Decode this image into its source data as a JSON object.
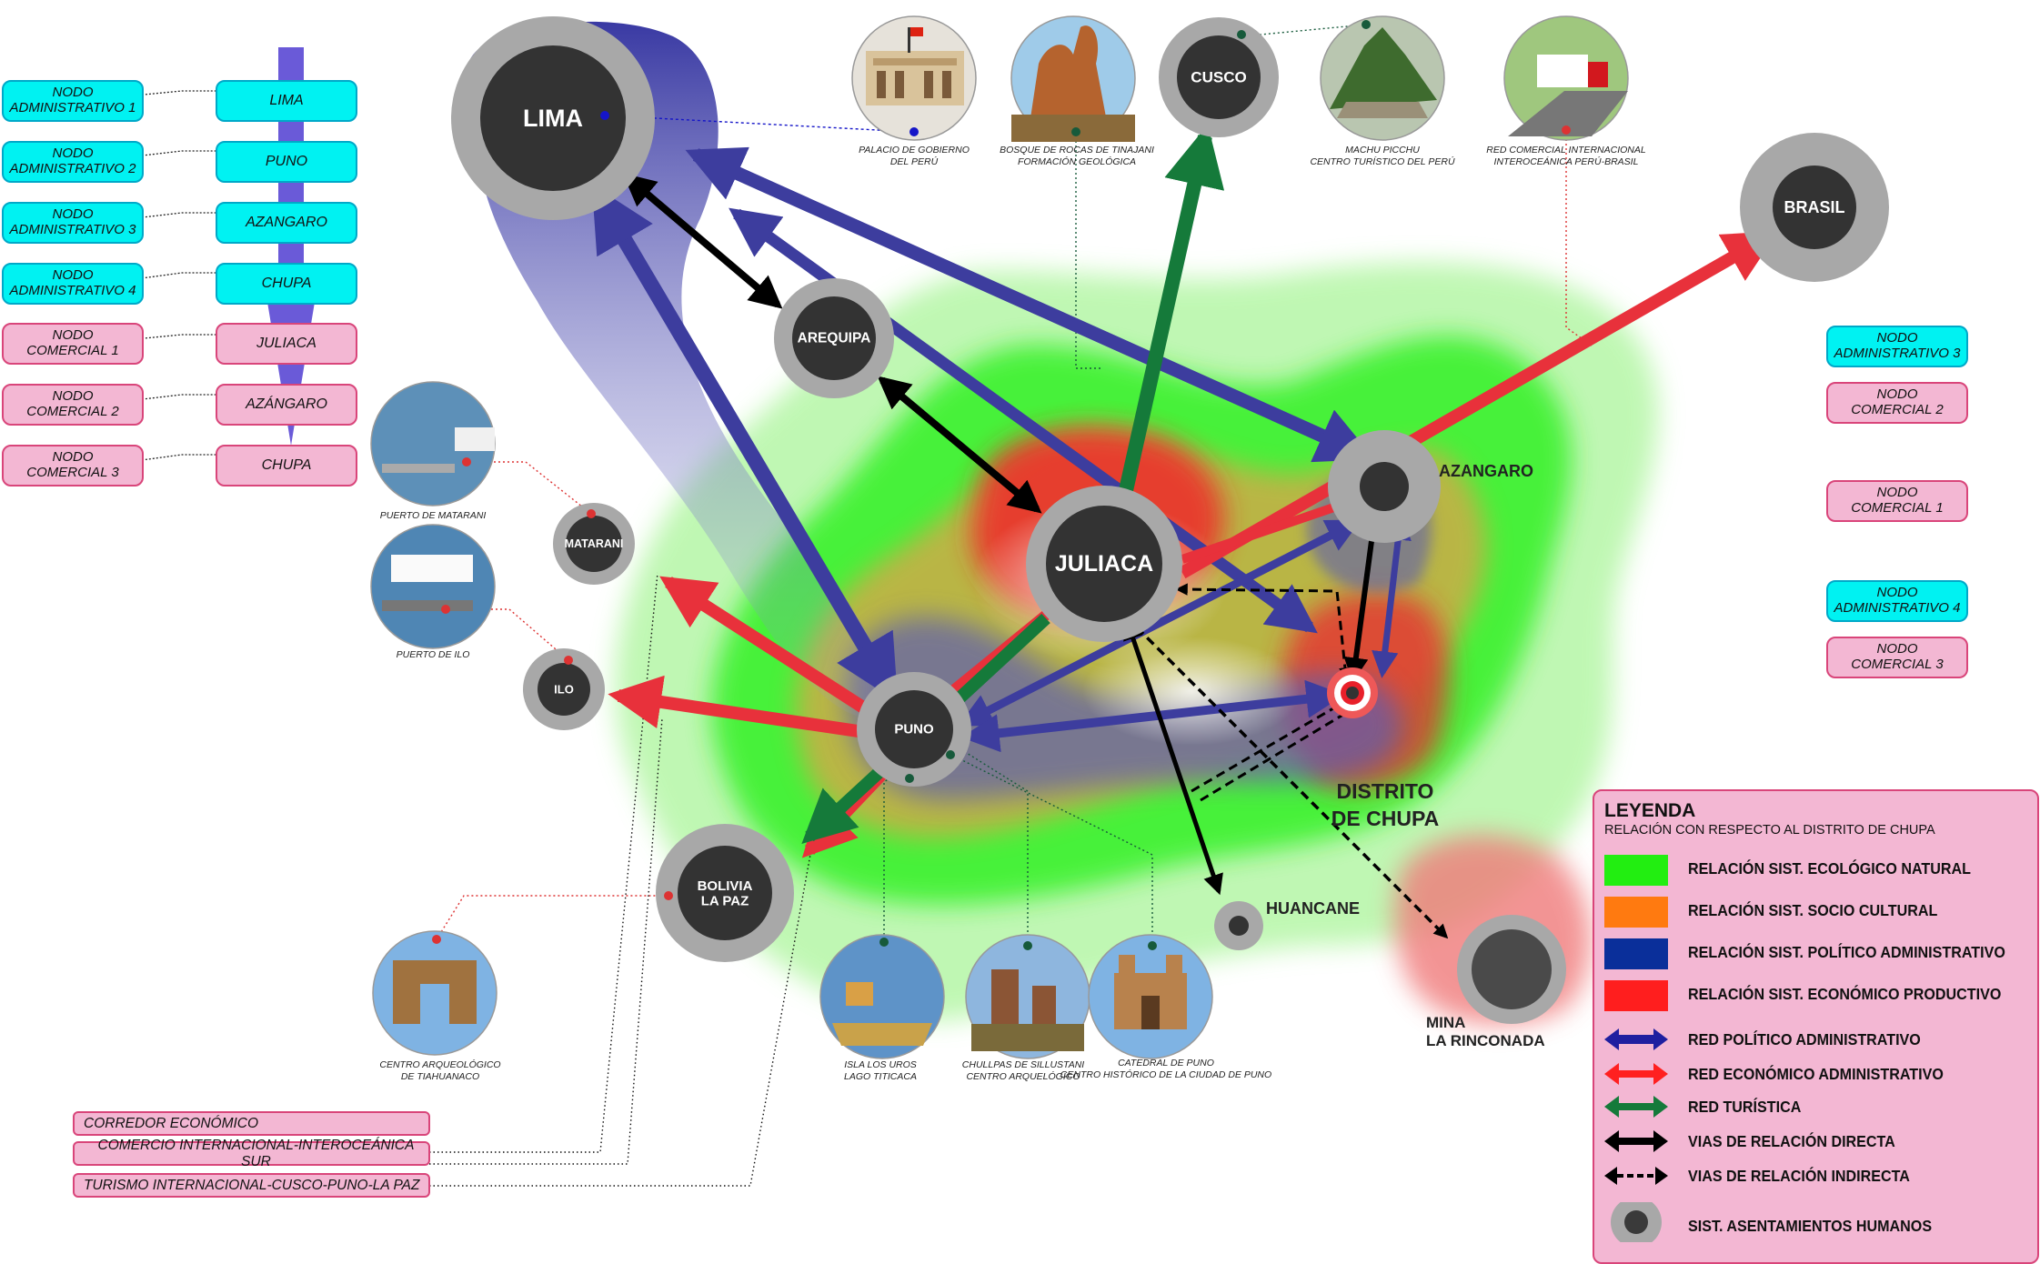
{
  "left_panel": {
    "admin_nodes": [
      {
        "label": "NODO\nADMINISTRATIVO 1",
        "place": "LIMA"
      },
      {
        "label": "NODO\nADMINISTRATIVO 2",
        "place": "PUNO"
      },
      {
        "label": "NODO\nADMINISTRATIVO 3",
        "place": "AZANGARO"
      },
      {
        "label": "NODO\nADMINISTRATIVO 4",
        "place": "CHUPA"
      }
    ],
    "commercial_nodes": [
      {
        "label": "NODO\nCOMERCIAL 1",
        "place": "JULIACA"
      },
      {
        "label": "NODO\nCOMERCIAL 2",
        "place": "AZÁNGARO"
      },
      {
        "label": "NODO\nCOMERCIAL 3",
        "place": "CHUPA"
      }
    ]
  },
  "right_panel": [
    {
      "label": "NODO\nADMINISTRATIVO 3",
      "kind": "admin"
    },
    {
      "label": "NODO\nCOMERCIAL 2",
      "kind": "commercial"
    },
    {
      "label": "NODO\nCOMERCIAL 1",
      "kind": "commercial"
    },
    {
      "label": "NODO\nADMINISTRATIVO 4",
      "kind": "admin"
    },
    {
      "label": "NODO\nCOMERCIAL 3",
      "kind": "commercial"
    }
  ],
  "settlements": {
    "lima": "LIMA",
    "cusco": "CUSCO",
    "arequipa": "AREQUIPA",
    "juliaca": "JULIACA",
    "puno": "PUNO",
    "matarani": "MATARANI",
    "ilo": "ILO",
    "bolivia": "BOLIVIA\nLA PAZ",
    "brasil": "BRASIL",
    "azangaro": "AZANGARO",
    "huancane": "HUANCANE",
    "chupa": "DISTRITO\nDE CHUPA",
    "rinconada": "MINA\nLA RINCONADA"
  },
  "photos": [
    {
      "key": "palacio",
      "caption": "PALACIO DE GOBIERNO\nDEL PERÚ",
      "icon": "government-palace"
    },
    {
      "key": "tinajani",
      "caption": "BOSQUE DE ROCAS DE TINAJANI\nFORMACIÓN GEOLÓGICA",
      "icon": "rock-formation"
    },
    {
      "key": "machupicchu",
      "caption": "MACHU PICCHU\nCENTRO TURÍSTICO DEL PERÚ",
      "icon": "mountain-ruins"
    },
    {
      "key": "red_comercial",
      "caption": "RED COMERCIAL INTERNACIONAL\nINTEROCEÁNICA PERÚ-BRASIL",
      "icon": "truck-on-highway"
    },
    {
      "key": "matarani_port",
      "caption": "PUERTO DE MATARANI",
      "icon": "port"
    },
    {
      "key": "ilo_port",
      "caption": "PUERTO DE ILO",
      "icon": "port"
    },
    {
      "key": "tiahuanaco",
      "caption": "CENTRO ARQUEOLÓGICO\nDE TIAHUANACO",
      "icon": "stone-gate"
    },
    {
      "key": "uros",
      "caption": "ISLA LOS UROS\nLAGO TITICACA",
      "icon": "reed-boats"
    },
    {
      "key": "sillustani",
      "caption": "CHULLPAS DE SILLUSTANI\nCENTRO ARQUELÓGICO",
      "icon": "stone-towers"
    },
    {
      "key": "catedral",
      "caption": "CATEDRAL DE PUNO\nCENTRO HISTÓRICO DE LA CIUDAD DE PUNO",
      "icon": "cathedral"
    }
  ],
  "corridors": [
    "CORREDOR ECONÓMICO",
    "COMERCIO INTERNACIONAL-INTEROCEÁNICA SUR",
    "TURISMO INTERNACIONAL-CUSCO-PUNO-LA PAZ"
  ],
  "legend": {
    "title": "LEYENDA",
    "subtitle": "RELACIÓN CON RESPECTO AL DISTRITO DE CHUPA",
    "items": [
      {
        "label": "RELACIÓN SIST. ECOLÓGICO NATURAL",
        "type": "swatch",
        "color": "#22ee11"
      },
      {
        "label": "RELACIÓN  SIST. SOCIO CULTURAL",
        "type": "swatch",
        "color": "#ff7a10"
      },
      {
        "label": "RELACIÓN SIST. POLÍTICO ADMINISTRATIVO",
        "type": "swatch",
        "color": "#0a2f9a"
      },
      {
        "label": "RELACIÓN SIST.  ECONÓMICO PRODUCTIVO",
        "type": "swatch",
        "color": "#ff1e1e"
      },
      {
        "label": "RED POLÍTICO ADMINISTRATIVO",
        "type": "arrow",
        "color": "#1f1fa0"
      },
      {
        "label": "RED ECONÓMICO ADMINISTRATIVO",
        "type": "arrow",
        "color": "#ff2020"
      },
      {
        "label": "RED TURÍSTICA",
        "type": "arrow",
        "color": "#157a3a"
      },
      {
        "label": "VIAS DE RELACIÓN DIRECTA",
        "type": "arrow",
        "color": "#000000"
      },
      {
        "label": "VIAS DE RELACIÓN INDIRECTA",
        "type": "dashed-arrow",
        "color": "#000000"
      },
      {
        "label": "SIST. ASENTAMIENTOS HUMANOS",
        "type": "settlement",
        "color": "#3a3a3a"
      }
    ]
  },
  "colors": {
    "political": "#3d3d9e",
    "economic": "#e8313b",
    "tourist": "#157a3a",
    "direct": "#000000",
    "cyan_box": "#00f2f2",
    "pink_box": "#f3b7d3"
  }
}
